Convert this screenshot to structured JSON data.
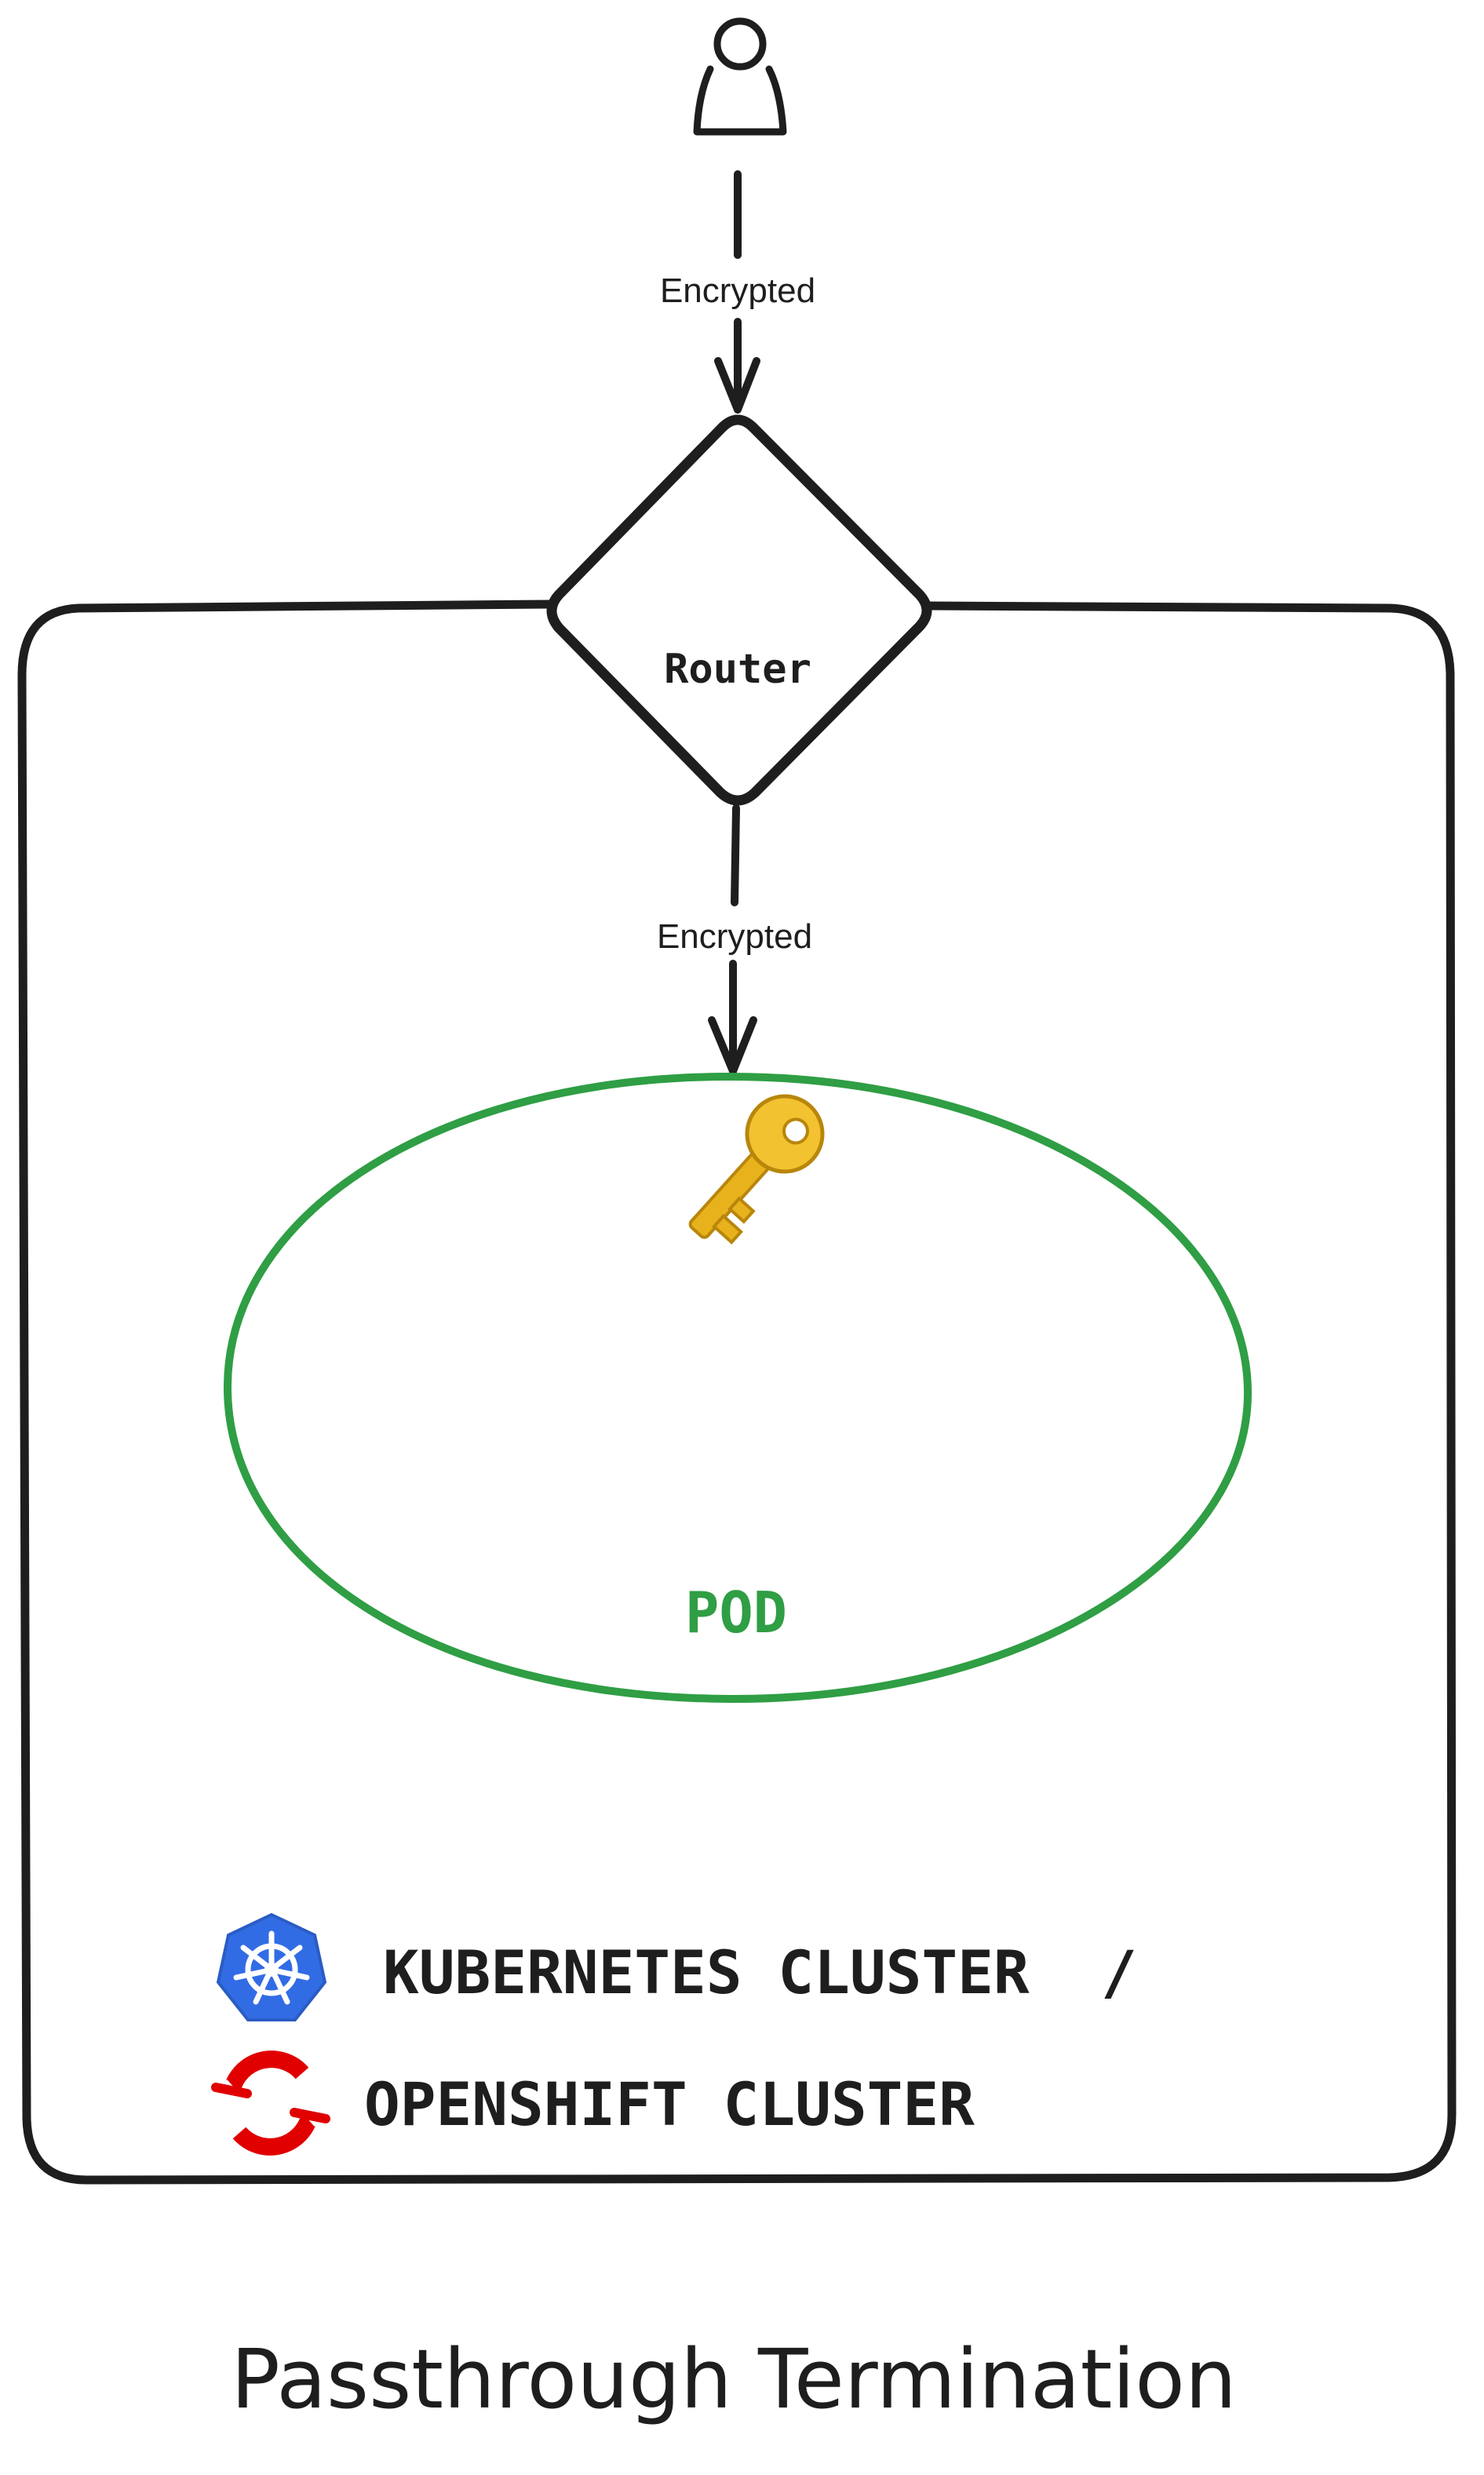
{
  "diagram": {
    "nodes": {
      "user": {
        "icon": "user-icon"
      },
      "router": {
        "label": "Router"
      },
      "pod": {
        "label": "POD",
        "icon": "key-icon",
        "color": "#2f9e44"
      },
      "cluster": {
        "label_line1": "KUBERNETES CLUSTER  /",
        "label_line2": "OPENSHIFT CLUSTER",
        "icons": [
          "kubernetes-logo-icon",
          "openshift-logo-icon"
        ]
      }
    },
    "edges": [
      {
        "from": "user",
        "to": "router",
        "label": "Encrypted"
      },
      {
        "from": "router",
        "to": "pod",
        "label": "Encrypted"
      }
    ],
    "title": "Passthrough Termination",
    "colors": {
      "ink": "#1e1e1e",
      "pod_green": "#2f9e44",
      "key_gold": "#e8b21c",
      "kubernetes_blue": "#326ce5",
      "openshift_red": "#e00000"
    }
  }
}
